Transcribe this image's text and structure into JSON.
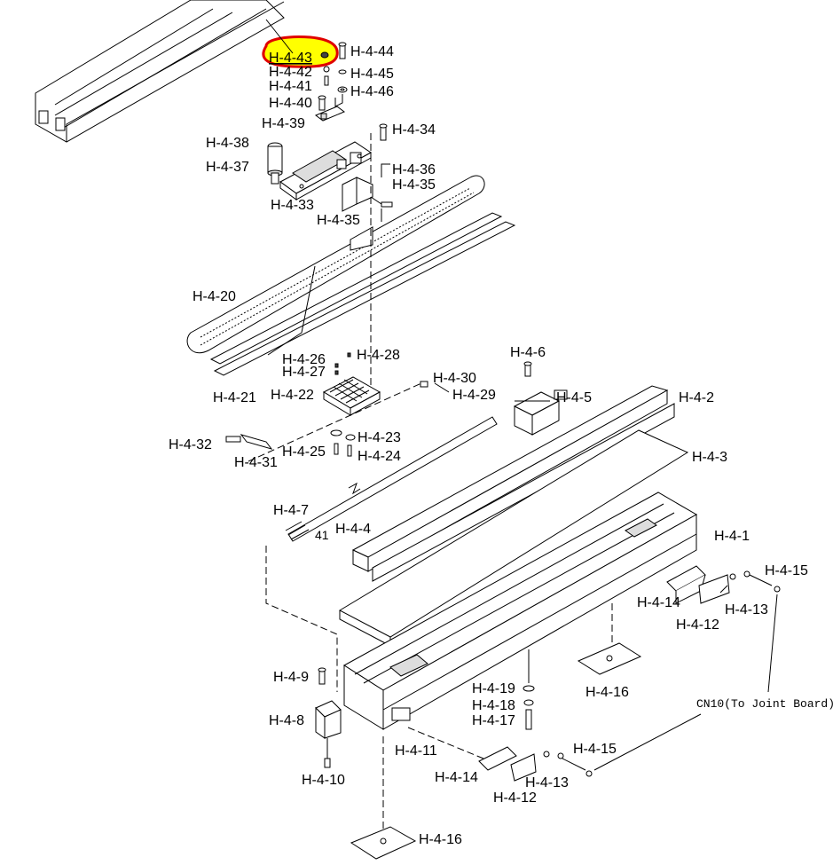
{
  "highlight": {
    "label": "H-4-43",
    "fill_color": "#ffff00",
    "ring_color": "#e00000"
  },
  "labels": {
    "h444": "H-4-44",
    "h443": "H-4-43",
    "h442": "H-4-42",
    "h445": "H-4-45",
    "h441": "H-4-41",
    "h446": "H-4-46",
    "h440": "H-4-40",
    "h439": "H-4-39",
    "h434": "H-4-34",
    "h438": "H-4-38",
    "h437": "H-4-37",
    "h436": "H-4-36",
    "h435a": "H-4-35",
    "h433": "H-4-33",
    "h435b": "H-4-35",
    "h420": "H-4-20",
    "h426": "H-4-26",
    "h428": "H-4-28",
    "h427": "H-4-27",
    "h46": "H-4-6",
    "h430": "H-4-30",
    "h421": "H-4-21",
    "h422": "H-4-22",
    "h429": "H-4-29",
    "h45": "H-4-5",
    "h42": "H-4-2",
    "h432": "H-4-32",
    "h423": "H-4-23",
    "h425": "H-4-25",
    "h424": "H-4-24",
    "h43": "H-4-3",
    "h431": "H-4-31",
    "h47": "H-4-7",
    "n41": "41",
    "h44": "H-4-4",
    "h41": "H-4-1",
    "h415a": "H-4-15",
    "h414a": "H-4-14",
    "h413a": "H-4-13",
    "h412a": "H-4-12",
    "h49": "H-4-9",
    "h419": "H-4-19",
    "h416a": "H-4-16",
    "h418": "H-4-18",
    "cn10": "CN10(To Joint Board)",
    "h417": "H-4-17",
    "h48": "H-4-8",
    "h411": "H-4-11",
    "h415b": "H-4-15",
    "h414b": "H-4-14",
    "h413b": "H-4-13",
    "h410": "H-4-10",
    "h412b": "H-4-12",
    "h416b": "H-4-16"
  }
}
